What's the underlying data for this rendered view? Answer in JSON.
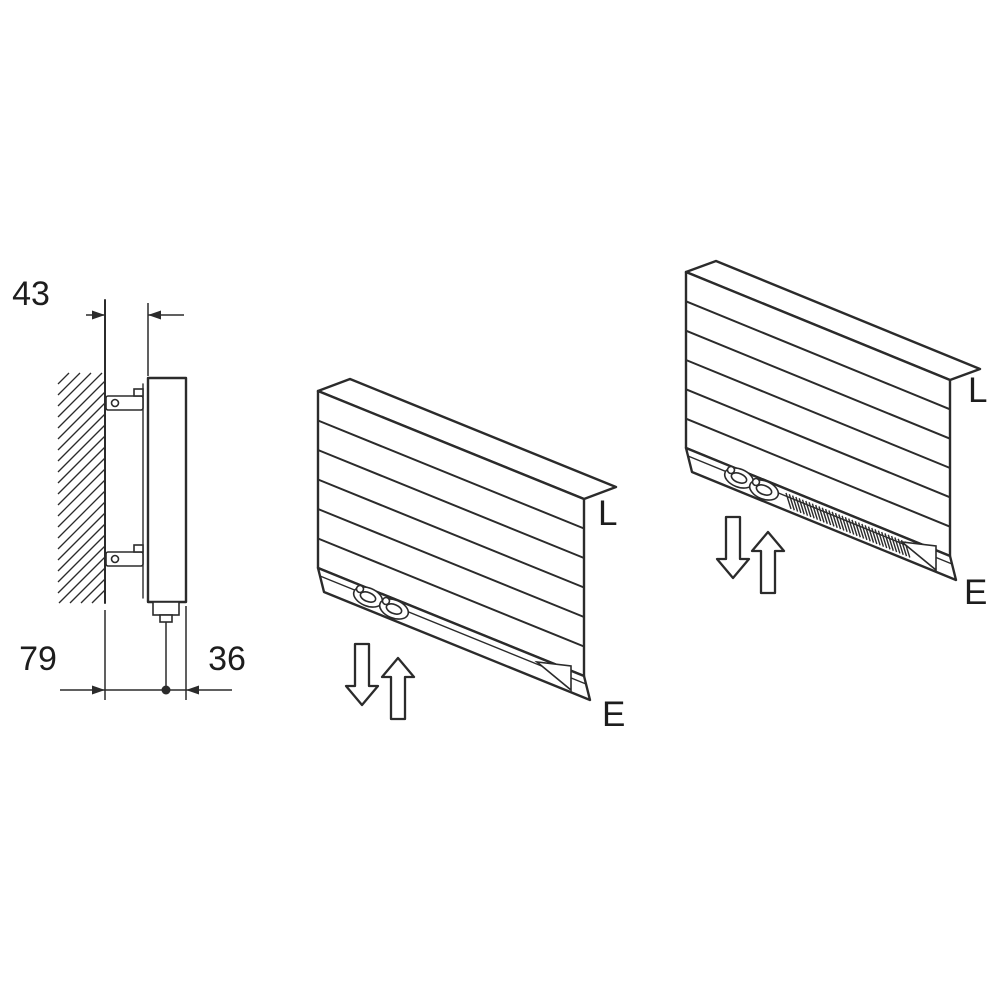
{
  "colors": {
    "background": "#ffffff",
    "line": "#2b2b2b"
  },
  "side_view": {
    "dim_top": "43",
    "dim_bottom_left": "79",
    "dim_bottom_right": "36"
  },
  "center_radiator": {
    "label_l": "L",
    "label_e": "E"
  },
  "right_radiator": {
    "label_l": "L",
    "label_e": "E"
  }
}
